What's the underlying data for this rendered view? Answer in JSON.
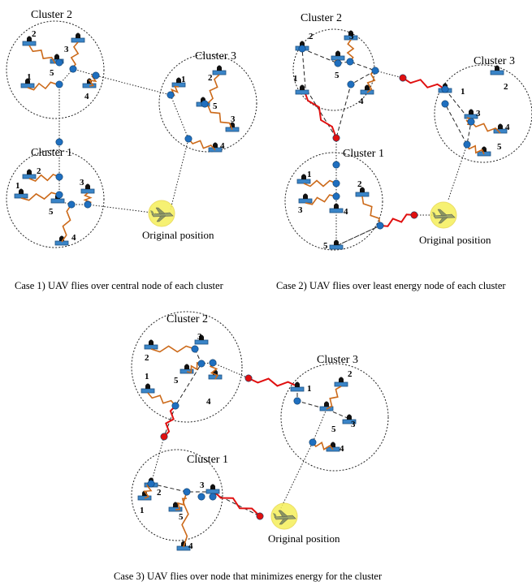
{
  "origin_label": "Original position",
  "captions": {
    "case1": "Case 1) UAV flies over central node of each cluster",
    "case2": "Case 2) UAV flies over least energy node of each cluster",
    "case3": "Case 3) UAV flies over node that minimizes energy for the cluster"
  },
  "cluster_titles": [
    "Cluster 1",
    "Cluster 2",
    "Cluster 3"
  ],
  "colors": {
    "waypoint": "#1f6fbf",
    "red_waypoint": "#e01010",
    "zigzag": "#cc6a1a",
    "red_link": "#e01010",
    "node_base": "#3a85c8",
    "glow": "#f5ef5a"
  },
  "node_numbers": [
    "1",
    "2",
    "3",
    "4",
    "5"
  ]
}
